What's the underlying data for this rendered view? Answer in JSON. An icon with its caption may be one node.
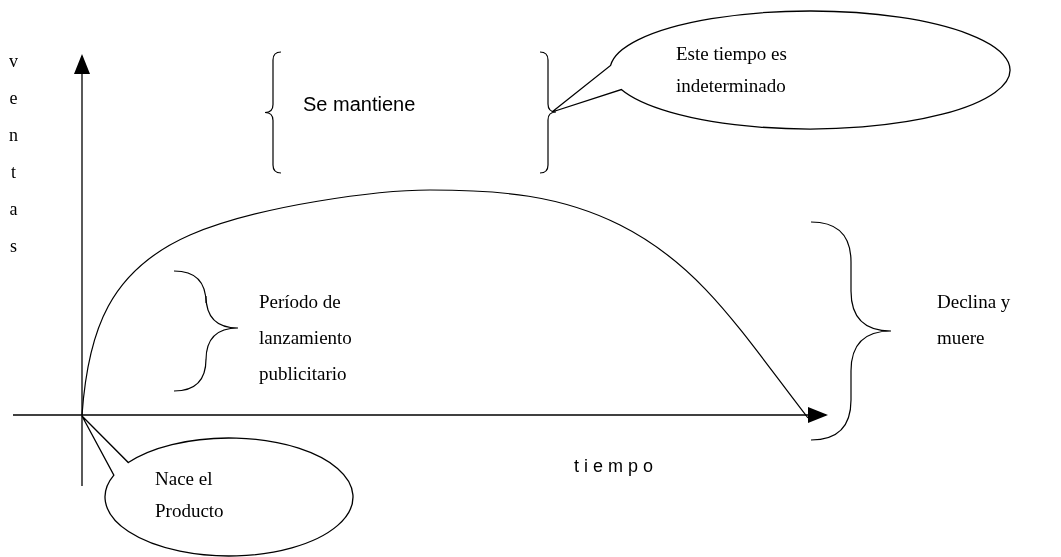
{
  "diagram": {
    "nodes": [
      {
        "text": [
          "Este tiempo es indeterminado"
        ]
      },
      {
        "text": [
          "Nace el Producto"
        ]
      }
    ],
    "labels": [
      "ventas",
      "Se mantiene",
      "Período de lanzamiento publicitario",
      "Declina y muere",
      "tiempo"
    ]
  }
}
